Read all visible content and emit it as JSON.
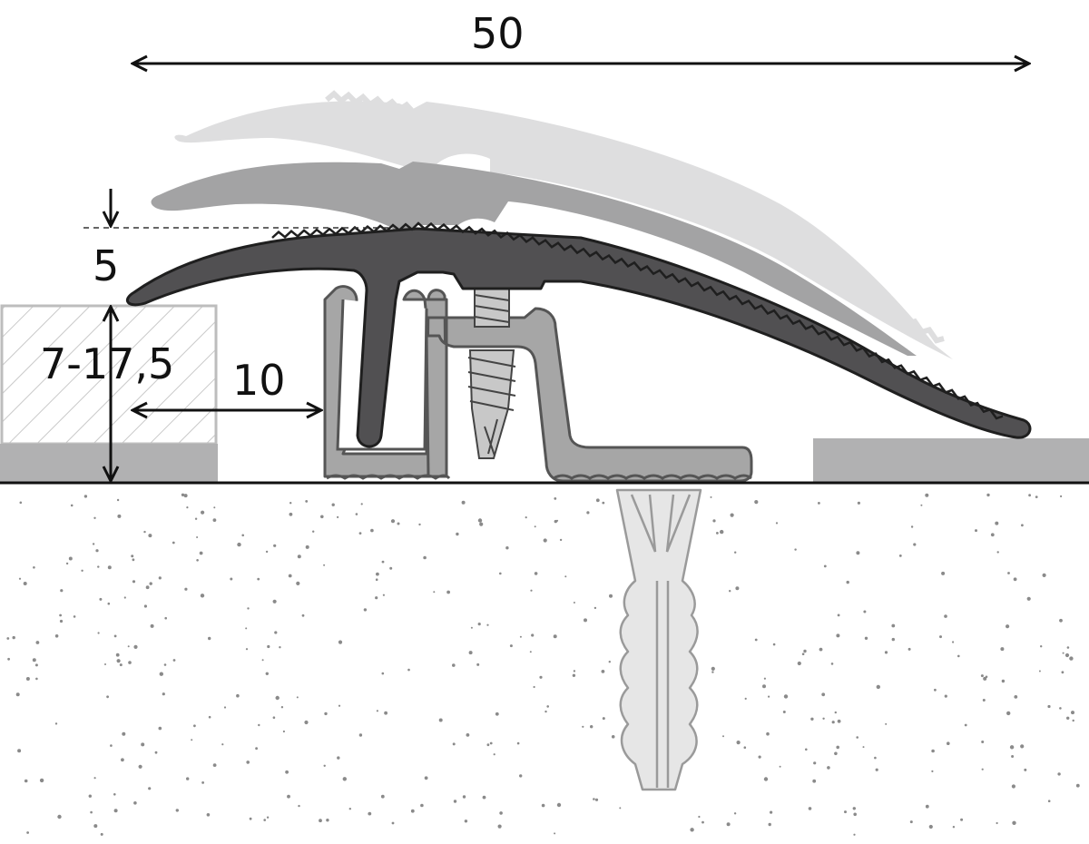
{
  "dimensions": {
    "overall_width": "50",
    "height_adjust": "5",
    "floor_height_range": "7-17,5",
    "gap": "10"
  },
  "colors": {
    "profile_dark": "#515052",
    "profile_mid": "#a3a3a4",
    "profile_light": "#dededf",
    "base_profile": "#a6a6a6",
    "floor_panel": "#b1b1b2",
    "screw": "#c8c8c8",
    "dowel": "#e6e6e6",
    "substrate_dots": "#8a8a8a",
    "line": "#111111"
  }
}
